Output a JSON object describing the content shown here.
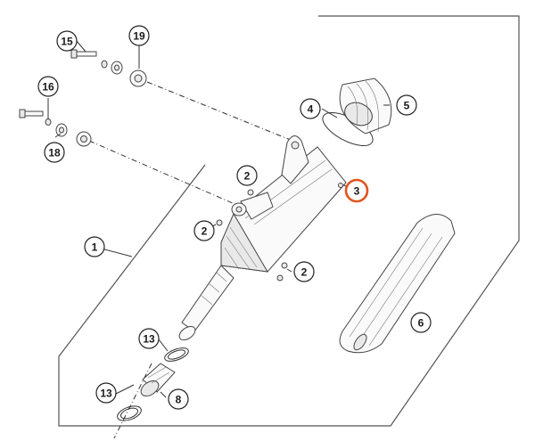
{
  "diagram": {
    "highlight_color": "#e0531d",
    "callouts": [
      {
        "id": "15",
        "label": "15",
        "highlighted": false
      },
      {
        "id": "19",
        "label": "19",
        "highlighted": false
      },
      {
        "id": "16",
        "label": "16",
        "highlighted": false
      },
      {
        "id": "18",
        "label": "18",
        "highlighted": false
      },
      {
        "id": "4",
        "label": "4",
        "highlighted": false
      },
      {
        "id": "5",
        "label": "5",
        "highlighted": false
      },
      {
        "id": "2a",
        "label": "2",
        "highlighted": false
      },
      {
        "id": "3",
        "label": "3",
        "highlighted": true
      },
      {
        "id": "2b",
        "label": "2",
        "highlighted": false
      },
      {
        "id": "1",
        "label": "1",
        "highlighted": false
      },
      {
        "id": "2c",
        "label": "2",
        "highlighted": false
      },
      {
        "id": "6",
        "label": "6",
        "highlighted": false
      },
      {
        "id": "13a",
        "label": "13",
        "highlighted": false
      },
      {
        "id": "13b",
        "label": "13",
        "highlighted": false
      },
      {
        "id": "8",
        "label": "8",
        "highlighted": false
      }
    ]
  }
}
